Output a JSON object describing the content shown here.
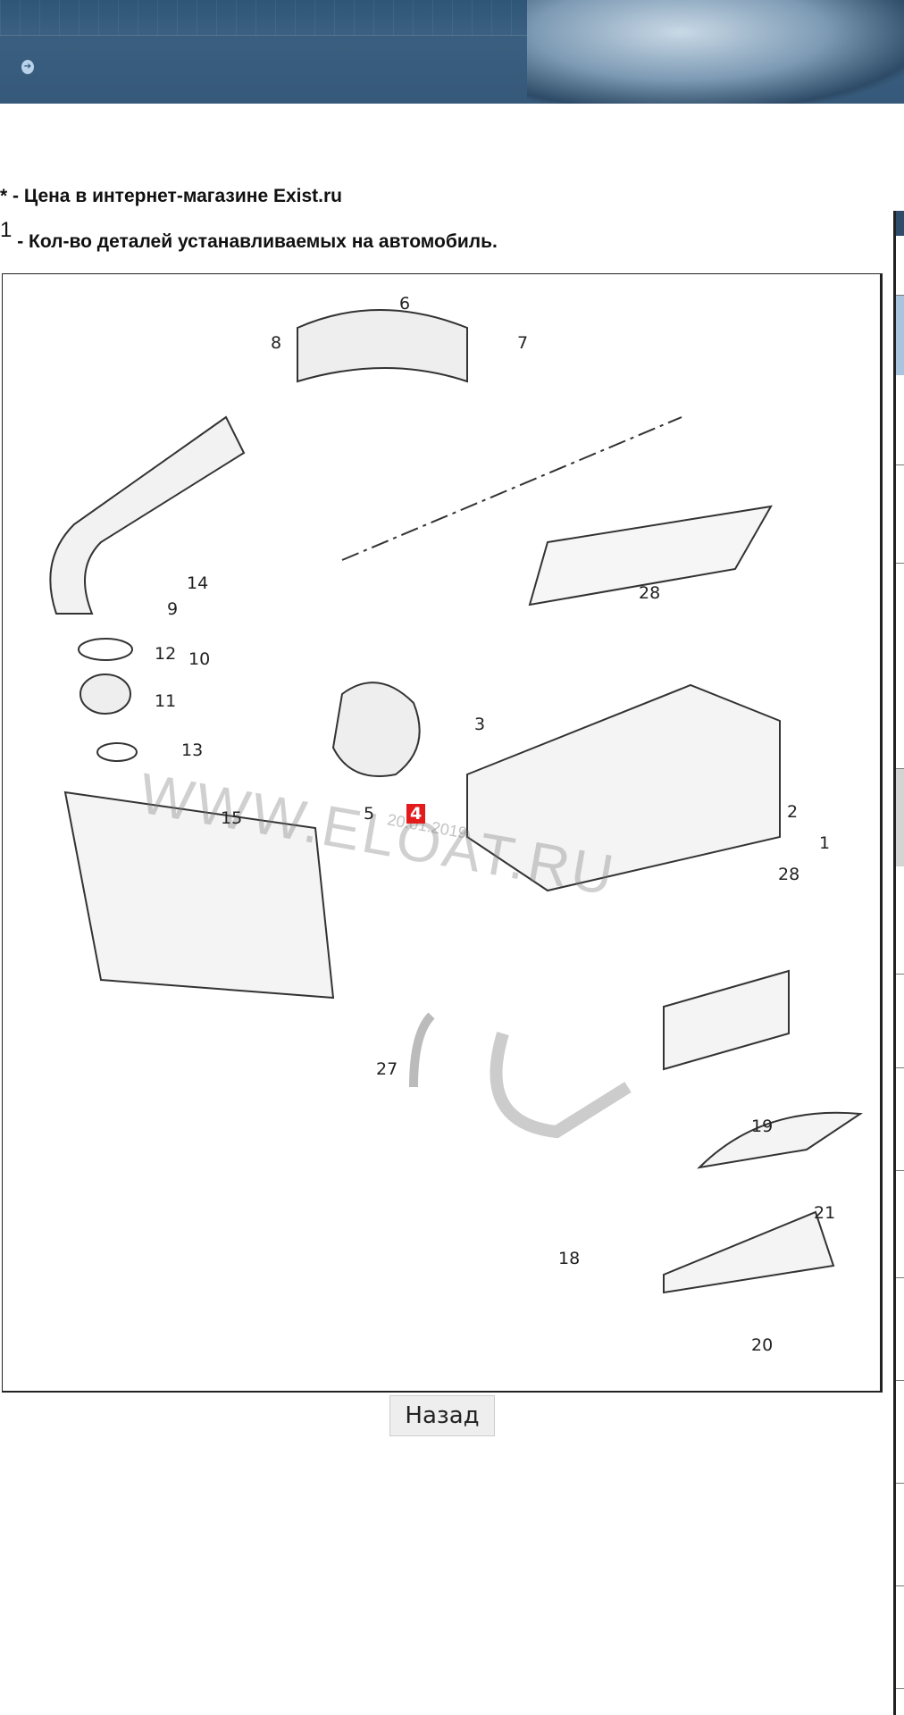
{
  "notes": {
    "price_mark": "*",
    "price_text": " - Цена в интернет-магазине Exist.ru",
    "qty_mark": "1",
    "qty_text": " - Кол-во деталей устанавливаемых на автомобиль."
  },
  "diagram": {
    "watermark": "WWW.ELOAT.RU",
    "watermark_date": "20.01.2019",
    "highlighted_part": "4",
    "labels": [
      "6",
      "8",
      "7",
      "9",
      "12",
      "10",
      "11",
      "13",
      "14",
      "15",
      "28",
      "3",
      "5",
      "2",
      "1",
      "28",
      "27",
      "19",
      "21",
      "18",
      "20"
    ]
  },
  "back_button": "Назад",
  "colors": {
    "header": "#36597a",
    "highlight": "#e41b1b",
    "side_selected": "#a8c4de"
  }
}
